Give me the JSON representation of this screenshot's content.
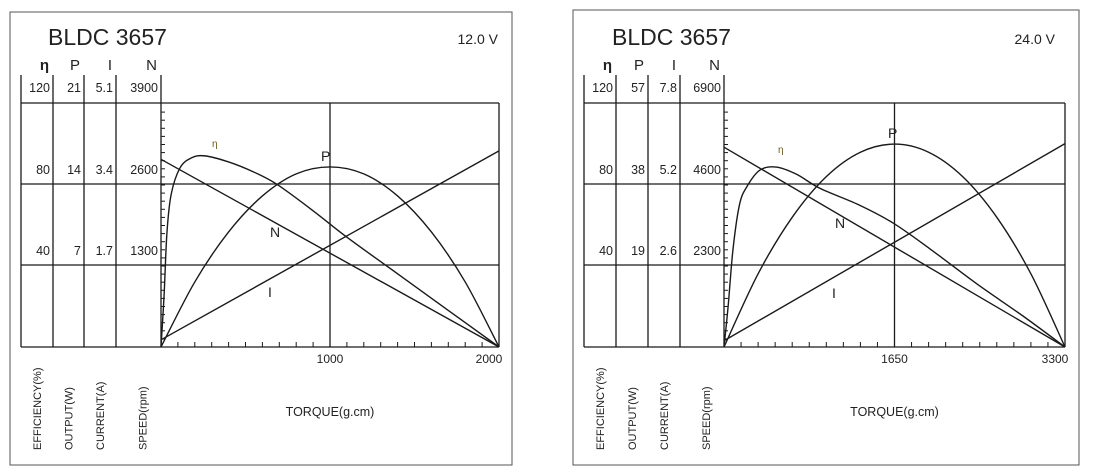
{
  "chart_data": [
    {
      "type": "line",
      "title": "BLDC  3657",
      "voltage": "12.0 V",
      "axis_headers": [
        "η",
        "P",
        "I",
        "N"
      ],
      "axis_names": [
        "EFFICIENCY(%)",
        "OUTPUT(W)",
        "CURRENT(A)",
        "SPEED(rpm)"
      ],
      "table_rows": [
        [
          "120",
          "21",
          "5.1",
          "3900"
        ],
        [
          "80",
          "14",
          "3.4",
          "2600"
        ],
        [
          "40",
          "7",
          "1.7",
          "1300"
        ]
      ],
      "y_ranges": {
        "eta": [
          0,
          120
        ],
        "P": [
          0,
          21
        ],
        "I": [
          0,
          5.1
        ],
        "N": [
          0,
          3900
        ]
      },
      "xlabel": "TORQUE(g.cm)",
      "xlim": [
        0,
        2000
      ],
      "x_ticks": [
        "1000",
        "2000"
      ],
      "x_tick_values": [
        1000,
        2000
      ],
      "x_minor_step": 100,
      "grid": true,
      "series": [
        {
          "name": "η",
          "label": "η",
          "axis": "eta",
          "points": [
            [
              0,
              0
            ],
            [
              18,
              25
            ],
            [
              35,
              56
            ],
            [
              60,
              75
            ],
            [
              112,
              88
            ],
            [
              180,
              93
            ],
            [
              260,
              94
            ],
            [
              400,
              91
            ],
            [
              550,
              86
            ],
            [
              686,
              80
            ],
            [
              900,
              67
            ],
            [
              1100,
              54
            ],
            [
              1400,
              36
            ],
            [
              1700,
              18
            ],
            [
              2000,
              0
            ]
          ]
        },
        {
          "name": "P",
          "label": "P",
          "axis": "P",
          "points": [
            [
              0,
              0
            ],
            [
              200,
              5.6
            ],
            [
              400,
              9.9
            ],
            [
              600,
              13.0
            ],
            [
              800,
              14.9
            ],
            [
              1000,
              15.5
            ],
            [
              1200,
              14.9
            ],
            [
              1400,
              13.0
            ],
            [
              1600,
              9.9
            ],
            [
              1800,
              5.6
            ],
            [
              2000,
              0
            ]
          ]
        },
        {
          "name": "N",
          "label": "N",
          "axis": "N",
          "points": [
            [
              0,
              3000
            ],
            [
              2000,
              0
            ]
          ]
        },
        {
          "name": "I",
          "label": "I",
          "axis": "I",
          "points": [
            [
              0,
              0.15
            ],
            [
              2000,
              4.1
            ]
          ]
        }
      ]
    },
    {
      "type": "line",
      "title": "BLDC  3657",
      "voltage": "24.0 V",
      "axis_headers": [
        "η",
        "P",
        "I",
        "N"
      ],
      "axis_names": [
        "EFFICIENCY(%)",
        "OUTPUT(W)",
        "CURRENT(A)",
        "SPEED(rpm)"
      ],
      "table_rows": [
        [
          "120",
          "57",
          "7.8",
          "6900"
        ],
        [
          "80",
          "38",
          "5.2",
          "4600"
        ],
        [
          "40",
          "19",
          "2.6",
          "2300"
        ]
      ],
      "y_ranges": {
        "eta": [
          0,
          120
        ],
        "P": [
          0,
          57
        ],
        "I": [
          0,
          7.8
        ],
        "N": [
          0,
          6900
        ]
      },
      "xlabel": "TORQUE(g.cm)",
      "xlim": [
        0,
        3300
      ],
      "x_ticks": [
        "1650",
        "3300"
      ],
      "x_tick_values": [
        1650,
        3300
      ],
      "x_minor_step": 165,
      "grid": true,
      "series": [
        {
          "name": "η",
          "label": "η",
          "axis": "eta",
          "points": [
            [
              0,
              0
            ],
            [
              40,
              20
            ],
            [
              87,
              48
            ],
            [
              150,
              70
            ],
            [
              223,
              79
            ],
            [
              348,
              87
            ],
            [
              505,
              88.5
            ],
            [
              700,
              85
            ],
            [
              930,
              78
            ],
            [
              1300,
              70
            ],
            [
              1635,
              61
            ],
            [
              2000,
              48
            ],
            [
              2448,
              31
            ],
            [
              2900,
              15
            ],
            [
              3300,
              0
            ]
          ]
        },
        {
          "name": "P",
          "label": "P",
          "axis": "P",
          "points": [
            [
              0,
              0
            ],
            [
              330,
              17.1
            ],
            [
              660,
              30.3
            ],
            [
              990,
              39.8
            ],
            [
              1320,
              45.5
            ],
            [
              1650,
              47.4
            ],
            [
              1980,
              45.5
            ],
            [
              2310,
              39.8
            ],
            [
              2640,
              30.3
            ],
            [
              2970,
              17.1
            ],
            [
              3300,
              0
            ]
          ]
        },
        {
          "name": "N",
          "label": "N",
          "axis": "N",
          "points": [
            [
              0,
              5650
            ],
            [
              3300,
              0
            ]
          ]
        },
        {
          "name": "I",
          "label": "I",
          "axis": "I",
          "points": [
            [
              0,
              0.2
            ],
            [
              3300,
              6.5
            ]
          ]
        }
      ]
    }
  ]
}
